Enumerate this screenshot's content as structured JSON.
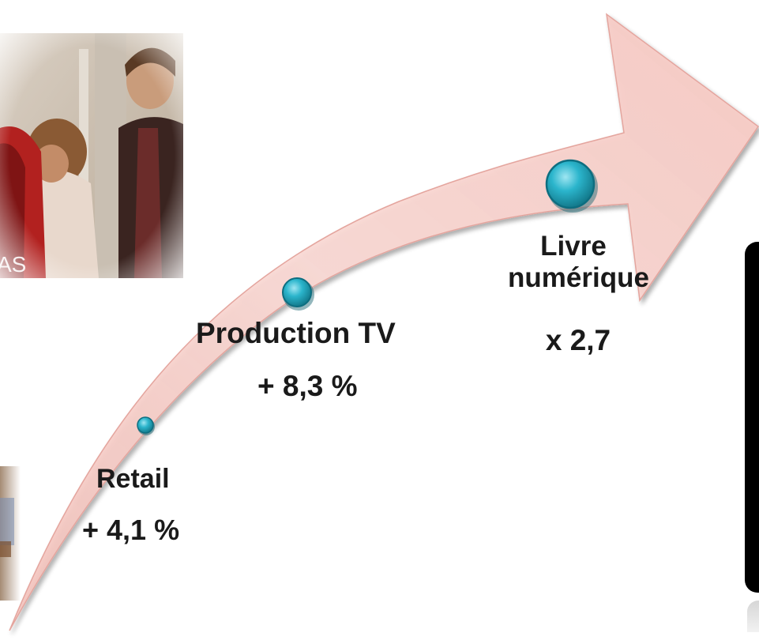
{
  "milestones": {
    "retail": {
      "name": "Retail",
      "value": "+ 4,1 %"
    },
    "production_tv": {
      "name": "Production TV",
      "value": "+ 8,3 %"
    },
    "livre_numerique": {
      "name_line1": "Livre",
      "name_line2": "numérique",
      "value": "x 2,7"
    }
  },
  "photo_caption": "AS",
  "colors": {
    "arrow_fill": "#f7d2cd",
    "arrow_edge": "#e7a9a2",
    "bullet": "#2bb5cc",
    "text": "#1a1a1a",
    "panel": "#000000"
  }
}
